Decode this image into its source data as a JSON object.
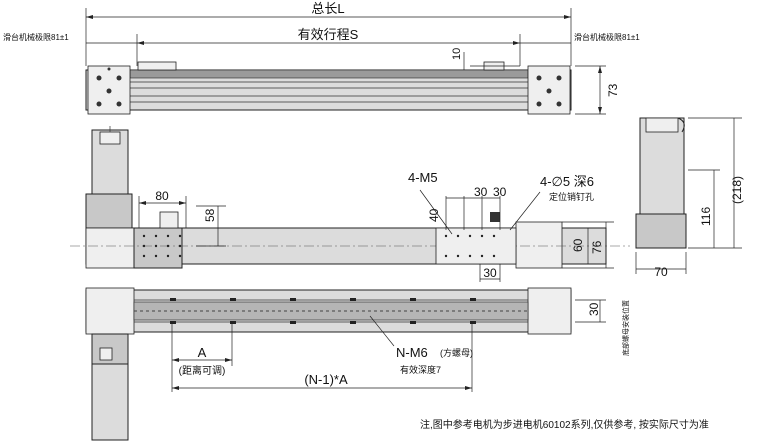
{
  "labels": {
    "total_length": "总长L",
    "effective_stroke": "有效行程S",
    "mech_limit_left": "滑台机械极限81±1",
    "mech_limit_right": "滑台机械极限81±1",
    "dim_10": "10",
    "dim_73": "73",
    "dim_80": "80",
    "dim_58": "58",
    "dim_40": "40",
    "thread_4m5": "4-M5",
    "dim_30a": "30",
    "dim_30b": "30",
    "hole_spec": "4-∅5  深6",
    "pin_hole_note": "定位销钉孔",
    "dim_60": "60",
    "dim_76": "76",
    "dim_30_bottom": "30",
    "dim_116": "116",
    "dim_218": "(218)",
    "dim_70": "70",
    "dim_30_side": "30",
    "nut_position": "底部螺母安装位置",
    "dim_A": "A",
    "distance_adjustable": "(距离可调)",
    "dim_n1a": "(N-1)*A",
    "nm6": "N-M6",
    "square_nut": "(方螺母)",
    "effective_depth": "有效深度7",
    "footnote": "注,图中参考电机为步进电机60102系列,仅供参考, 按实际尺寸为准"
  }
}
